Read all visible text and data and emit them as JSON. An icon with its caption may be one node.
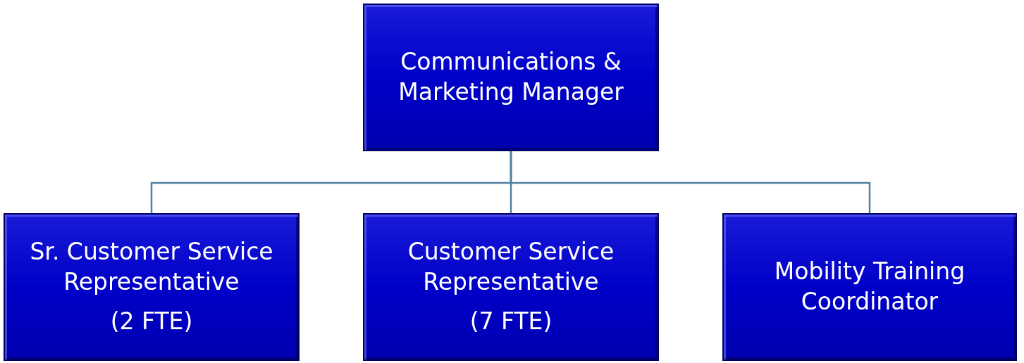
{
  "diagram": {
    "nodes": [
      {
        "text": [
          "Communications & Marketing Manager"
        ]
      },
      {
        "text": [
          "Sr. Customer Service Representative",
          "(2 FTE)"
        ]
      },
      {
        "text": [
          "Customer Service Representative",
          "(7 FTE)"
        ]
      },
      {
        "text": [
          "Mobility Training Coordinator"
        ]
      }
    ],
    "edges": [
      {
        "from": 0,
        "to": 1,
        "arrow": "none"
      },
      {
        "from": 0,
        "to": 2,
        "arrow": "none"
      },
      {
        "from": 0,
        "to": 3,
        "arrow": "none"
      }
    ]
  }
}
